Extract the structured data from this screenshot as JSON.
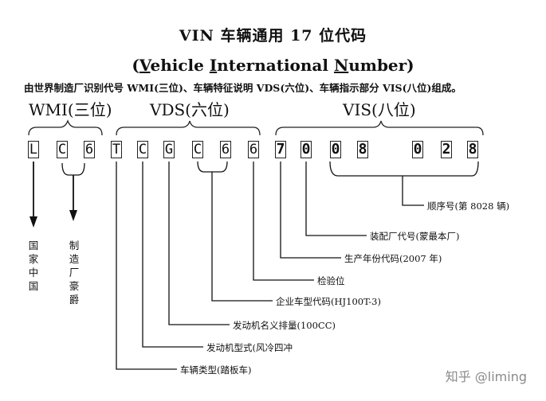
{
  "title": "VIN  车辆通用 17 位代码",
  "subtitle": {
    "open": "(",
    "v": "V",
    "v_rest": "ehicle ",
    "i": "I",
    "i_rest": "nternational ",
    "n": "N",
    "n_rest": "umber)"
  },
  "description": "由世界制造厂识别代号 WMI(三位)、车辆特征说明 VDS(六位)、车辆指示部分 VIS(八位)组成。",
  "groups": {
    "wmi": "WMI(三位)",
    "vds": "VDS(六位)",
    "vis": "VIS(八位)"
  },
  "vin": [
    "L",
    "C",
    "6",
    "T",
    "C",
    "G",
    "C",
    "6",
    "6",
    "7",
    "0",
    "0",
    "8",
    "0",
    "2",
    "8"
  ],
  "vertical_labels": {
    "country": "国家中国",
    "manufacturer": "制造厂豪爵"
  },
  "annotations": {
    "sequence": "顺序号(第 8028 辆)",
    "plant": "装配厂代号(蒙最本厂)",
    "year": "生产年份代码(2007 年)",
    "check": "检验位",
    "model_code": "企业车型代码(HJ100T-3)",
    "displacement": "发动机名义排量(100CC)",
    "engine_type": "发动机型式(风冷四冲",
    "vehicle_type": "车辆类型(踏板车)"
  },
  "watermark": "知乎 @liming"
}
